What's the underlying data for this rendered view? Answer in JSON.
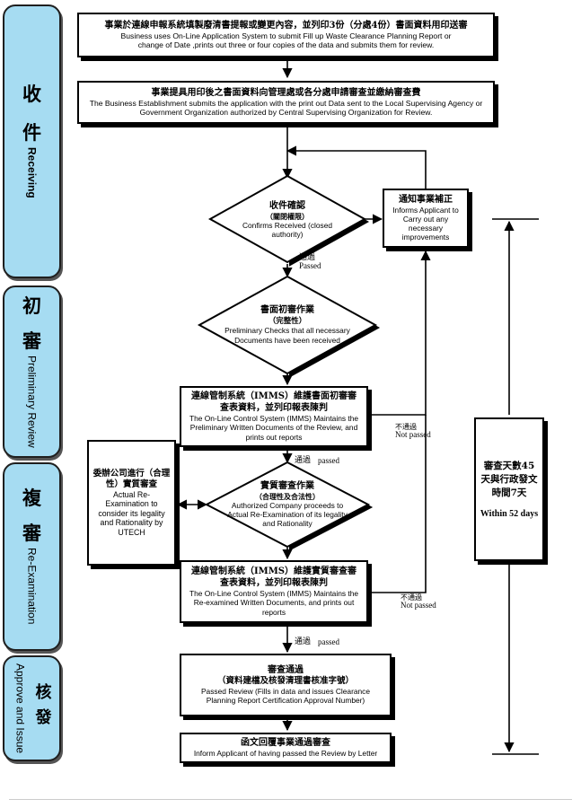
{
  "phases": {
    "receiving": {
      "zh1": "收",
      "zh2": "件",
      "en": "Receiving"
    },
    "preliminary": {
      "zh1": "初",
      "zh2": "審",
      "en": "Preliminary Review"
    },
    "reexam": {
      "zh1": "複",
      "zh2": "審",
      "en": "Re-Examination"
    },
    "approve": {
      "zh": "核發",
      "en": "Approve and Issue"
    }
  },
  "steps": {
    "submit": {
      "zh": "事業於連線申報系統填製廢清書提報或變更內容，並列印3份（分處4份）書面資料用印送審",
      "en": "Business uses On-Line Application System to submit Fill up Waste Clearance Planning Report or change of Date ,prints out three or four copies of the data and submits them for review."
    },
    "deliver": {
      "zh": "事業提具用印後之書面資料向管理處或各分處申請審查並繳納審查費",
      "en": "The Business Establishment submits the application with the print out Data sent to the Local Supervising Agency or Government Organization authorized by Central Supervising Organization for Review."
    },
    "confirm": {
      "zh": "收件確認",
      "zh_sub": "（關閉權限）",
      "en": "Confirms Received (closed authority)"
    },
    "inform": {
      "zh": "通知事業補正",
      "en": "Informs Applicant to Carry out any necessary improvements"
    },
    "prelim_check": {
      "zh": "書面初審作業",
      "zh_sub": "（完整性）",
      "en": "Preliminary Checks that all necessary Documents have been received"
    },
    "imms1": {
      "zh": "連線管制系統（IMMS）維護書面初審審查表資料，並列印報表陳判",
      "en": "The On-Line Control System (IMMS) Maintains the Preliminary Written Documents of the Review, and prints out reports"
    },
    "utech": {
      "zh": "委辦公司進行（合理性）實質審查",
      "en": "Actual Re-Examination to consider its legality and Rationality by UTECH"
    },
    "actual": {
      "zh": "實質審查作業",
      "zh_sub": "（合理性及合法性）",
      "en": "Authorized Company proceeds to Actual Re-Examination of its legality and Rationality"
    },
    "imms2": {
      "zh": "連線管制系統（IMMS）維護實質審查審查表資料，並列印報表陳判",
      "en": "The On-Line Control System (IMMS) Maintains the Re-examined Written Documents, and prints out reports"
    },
    "passed": {
      "zh": "審查通過",
      "zh_sub": "（資料建檔及核發清理書核准字號）",
      "en": "Passed Review (Fills in data and issues Clearance Planning Report Certification Approval Number)"
    },
    "letter": {
      "zh": "函文回覆事業通過審查",
      "en": "Inform Applicant of having passed the Review by Letter"
    }
  },
  "labels": {
    "pass1_zh": "通過",
    "pass1_en": "Passed",
    "pass2_zh": "通過",
    "pass2_en": "passed",
    "pass3_zh": "通過",
    "pass3_en": "passed",
    "notpass1_zh": "不通過",
    "notpass1_en": "Not passed",
    "notpass2_zh": "不通過",
    "notpass2_en": "Not passed"
  },
  "duration": {
    "zh": "審查天數45天與行政發文時間7天",
    "en": "Within 52 days"
  }
}
